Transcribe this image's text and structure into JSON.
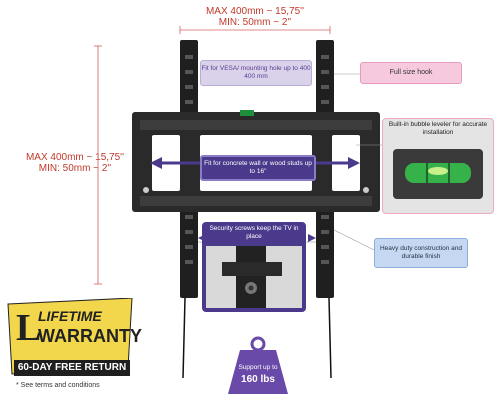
{
  "dimensions": {
    "top_line1": "MAX 400mm ~ 15,75''",
    "top_line2": "MIN: 50mm ~ 2''",
    "left_line1": "MAX 400mm ~ 15,75''",
    "left_line2": "MIN: 50mm ~ 2''"
  },
  "callouts": {
    "vesa": "Fit for VESA/ mounting hole up to 400 400 mm",
    "concrete": "Fit for concrete wall or wood studs up to 16\"",
    "hook": "Full size hook",
    "leveler": "Built-in bubble leveler for accurate installation",
    "security": "Security screws keep the TV in place",
    "heavy": "Heavy duty construction and durable finish",
    "support_line1": "Support up to",
    "support_line2": "160 lbs"
  },
  "warranty": {
    "lifetime": "LIFETIME",
    "warranty": "WARRANTY",
    "return": "60-DAY FREE RETURN",
    "note": "* See terms and conditions"
  },
  "colors": {
    "dimension": "#c0392b",
    "accent_purple": "#4b3a8c",
    "accent_pink": "#f7c9de",
    "accent_blue": "#c6d8f1",
    "warranty_yellow": "#f2d64b"
  }
}
